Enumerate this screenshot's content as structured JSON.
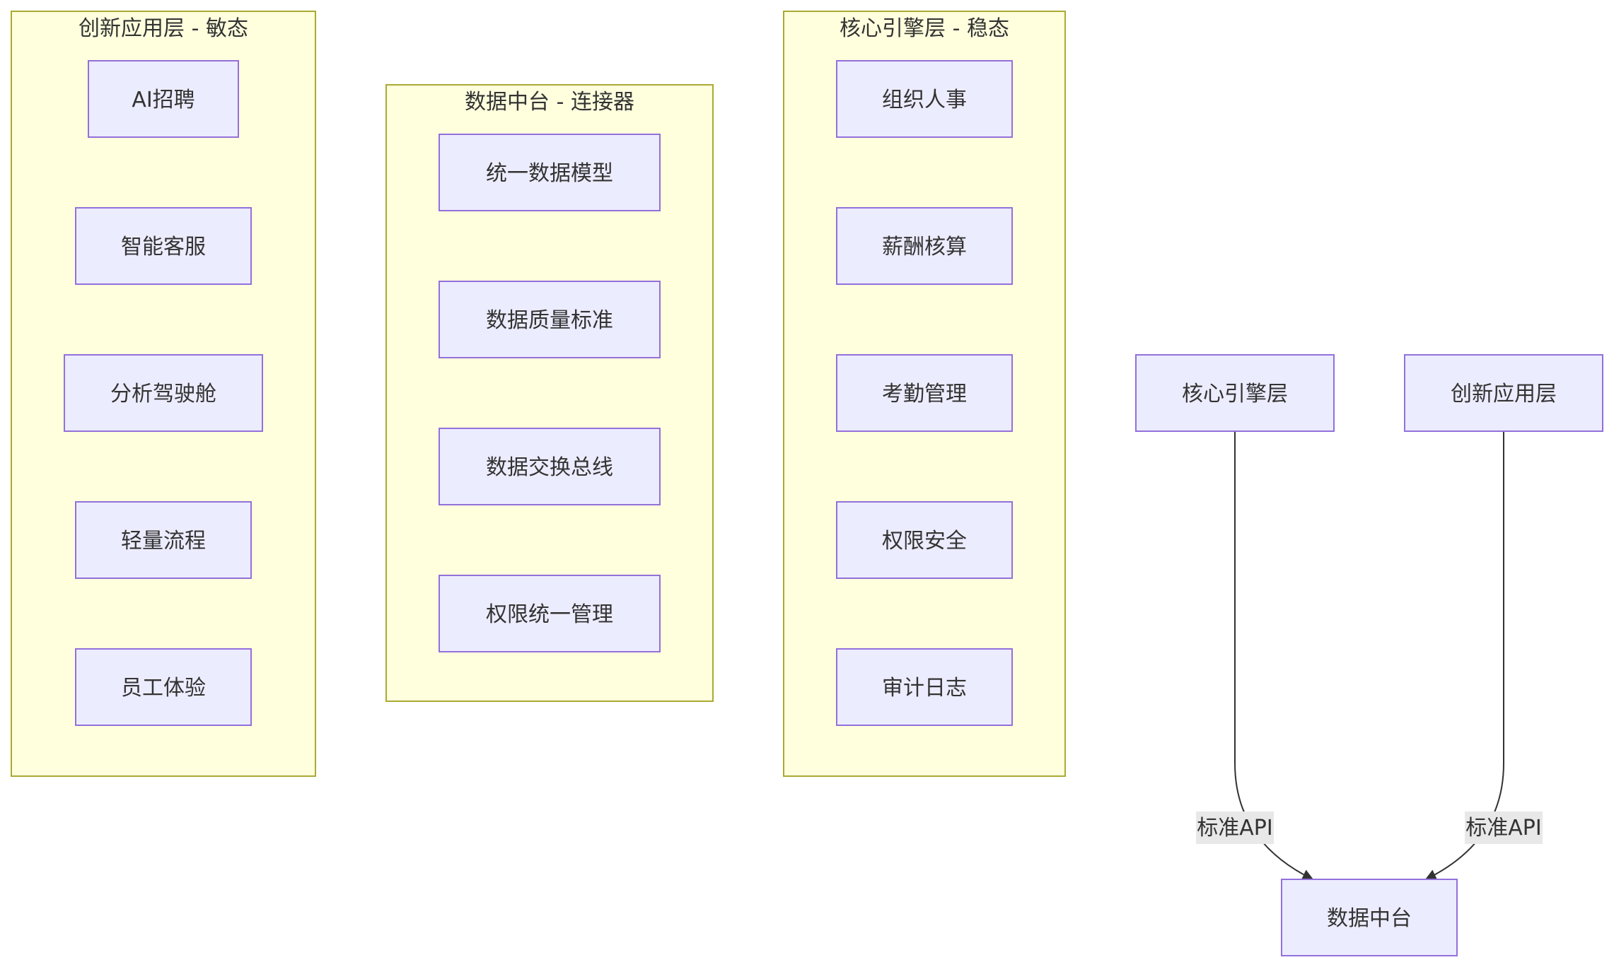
{
  "groups": [
    {
      "id": "innovation",
      "title": "创新应用层 - 敏态",
      "nodes": [
        "AI招聘",
        "智能客服",
        "分析驾驶舱",
        "轻量流程",
        "员工体验"
      ]
    },
    {
      "id": "data-platform",
      "title": "数据中台 - 连接器",
      "nodes": [
        "统一数据模型",
        "数据质量标准",
        "数据交换总线",
        "权限统一管理"
      ]
    },
    {
      "id": "core-engine",
      "title": "核心引擎层 - 稳态",
      "nodes": [
        "组织人事",
        "薪酬核算",
        "考勤管理",
        "权限安全",
        "审计日志"
      ]
    }
  ],
  "standalone_nodes": {
    "core_engine": "核心引擎层",
    "innovation": "创新应用层",
    "data_platform": "数据中台"
  },
  "edges": [
    {
      "from": "核心引擎层",
      "to": "数据中台",
      "label": "标准API"
    },
    {
      "from": "创新应用层",
      "to": "数据中台",
      "label": "标准API"
    }
  ],
  "colors": {
    "group_fill": "#ffffde",
    "group_stroke": "#aaaa33",
    "node_fill": "#ececff",
    "node_stroke": "#9370db",
    "text": "#333333",
    "edge": "#333333",
    "edge_label_bg": "#e8e8e8"
  }
}
